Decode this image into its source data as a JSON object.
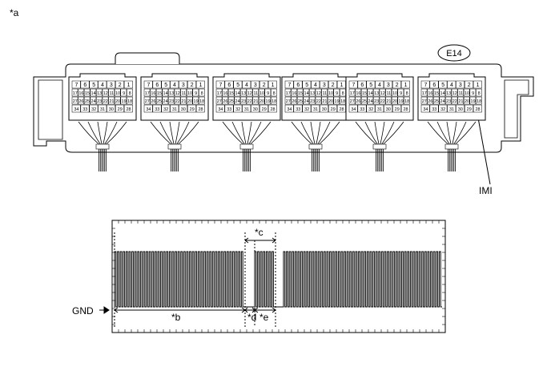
{
  "figure_label": "*a",
  "connector": {
    "code": "E14",
    "terminal_label": "IMI",
    "pin_rows": [
      [
        "7",
        "6",
        "5",
        "4",
        "3",
        "2",
        "1"
      ],
      [
        "17",
        "16",
        "15",
        "14",
        "13",
        "12",
        "11",
        "10",
        "9",
        "8"
      ],
      [
        "27",
        "26",
        "25",
        "24",
        "23",
        "22",
        "21",
        "20",
        "19",
        "18"
      ],
      [
        "34",
        "33",
        "32",
        "31",
        "30",
        "29",
        "28"
      ]
    ]
  },
  "waveform": {
    "ground_label": "GND",
    "callouts": {
      "b": "*b",
      "c": "*c",
      "d": "*d",
      "e": "*e"
    }
  },
  "colors": {
    "line": "#000000",
    "connector_fill": "#ffffff",
    "background": "#ffffff"
  }
}
